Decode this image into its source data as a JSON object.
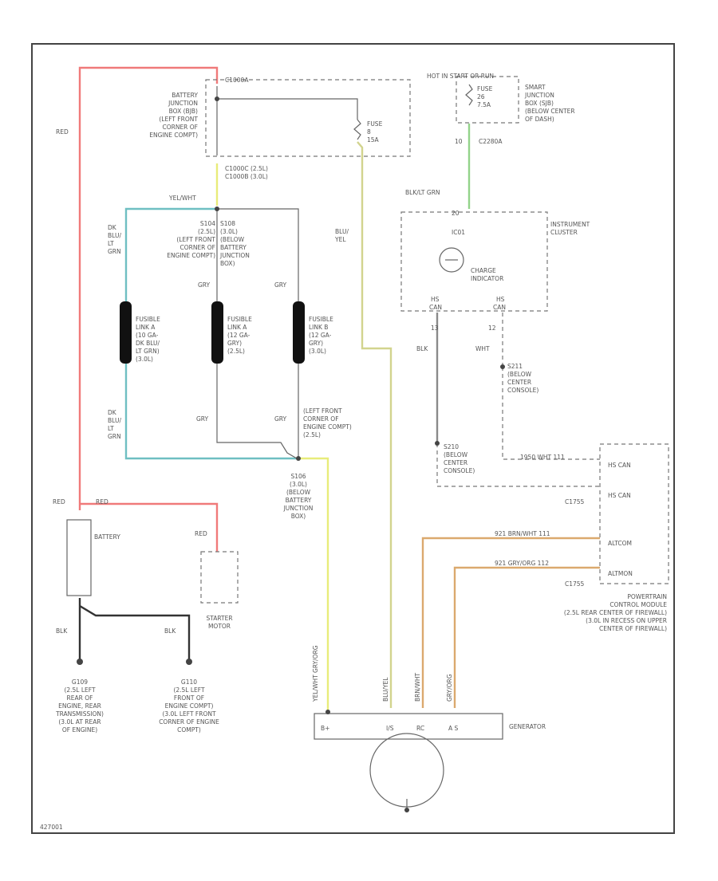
{
  "colors": {
    "red": "#f07a7a",
    "yellow": "#e8ec7a",
    "blu_yel": "#d2d48e",
    "teal": "#6fbfc2",
    "gray": "#8a8a8a",
    "green": "#93d38a",
    "orange": "#dba96e",
    "black": "#333333"
  },
  "labels": {
    "c_top": "C1000A",
    "batt_jbox": [
      "BATTERY",
      "JUNCTION",
      "BOX (BJB)",
      "(LEFT FRONT",
      "CORNER OF",
      "ENGINE COMPT)"
    ],
    "fuse_bjb": [
      "FUSE",
      "8",
      "15A"
    ],
    "c_conn": [
      "C1000C (2.5L)",
      "C1000B (3.0L)"
    ],
    "yel_wht": "YEL/WHT",
    "red_left": "RED",
    "dk_blu_top": [
      "DK",
      "BLU/",
      "LT",
      "GRN"
    ],
    "s104": [
      "S104",
      "(2.5L)",
      "(LEFT FRONT",
      "CORNER OF",
      "ENGINE COMPT)"
    ],
    "s108": [
      "S108",
      "(3.0L)",
      "(BELOW",
      "BATTERY",
      "JUNCTION",
      "BOX)"
    ],
    "gry_a": "GRY",
    "gry_b": "GRY",
    "fl_a1": [
      "FUSIBLE",
      "LINK A",
      "(10 GA-",
      "DK BLU/",
      "LT GRN)",
      "(3.0L)"
    ],
    "fl_a2": [
      "FUSIBLE",
      "LINK A",
      "(12 GA-",
      "GRY)",
      "(2.5L)"
    ],
    "fl_b": [
      "FUSIBLE",
      "LINK B",
      "(12 GA-",
      "GRY)",
      "(3.0L)"
    ],
    "dk_blu_bot": [
      "DK",
      "BLU/",
      "LT",
      "GRN"
    ],
    "gry_c": "GRY",
    "gry_d": "GRY",
    "left_front": [
      "(LEFT FRONT",
      "CORNER OF",
      "ENGINE COMPT)",
      "(2.5L)"
    ],
    "s106": [
      "S106",
      "(3.0L)",
      "(BELOW",
      "BATTERY",
      "JUNCTION",
      "BOX)"
    ],
    "blu_yel": [
      "BLU/",
      "YEL"
    ],
    "hot_start": "HOT IN START OR RUN",
    "fuse_sjb": [
      "FUSE",
      "26",
      "7.5A"
    ],
    "sjb": [
      "SMART",
      "JUNCTION",
      "BOX (SJB)",
      "(BELOW CENTER",
      "OF DASH)"
    ],
    "c_sjb": [
      "10",
      "C2280A"
    ],
    "blk_gry": "BLK/LT GRN",
    "ic_pin": "20",
    "ic_name": [
      "INSTRUMENT",
      "CLUSTER"
    ],
    "ic_conn": "IC01",
    "charge_ind": [
      "CHARGE",
      "INDICATOR"
    ],
    "hs_can_l": [
      "HS",
      "CAN"
    ],
    "hs_can_r": [
      "HS",
      "CAN"
    ],
    "pin12a": "13",
    "pin12b": "12",
    "blk": "BLK",
    "wht": "WHT",
    "s211": [
      "S211",
      "(BELOW",
      "CENTER",
      "CONSOLE)"
    ],
    "s210": [
      "S210",
      "(BELOW",
      "CENTER",
      "CONSOLE)"
    ],
    "hs_can_wht": "1950  WHT  111",
    "pcm_pin_a": "HS CAN",
    "pcm_pin_b": "HS CAN",
    "c1755a": "C1755",
    "alt_com": "ALTCOM",
    "alt_mon": "ALTMON",
    "c1755b": "C1755",
    "wire_brn": "921  BRN/WHT  111",
    "wire_gry": "921  GRY/ORG  112",
    "pcm": [
      "POWERTRAIN",
      "CONTROL MODULE",
      "(2.5L REAR CENTER OF FIREWALL)",
      "(3.0L IN RECESS ON UPPER",
      "CENTER OF FIREWALL)"
    ],
    "red_b1": "RED",
    "red_b2": "RED",
    "red_starter": "RED",
    "battery": "BATTERY",
    "starter": [
      "STARTER",
      "MOTOR"
    ],
    "blk_a": "BLK",
    "blk_b": "BLK",
    "g109": [
      "G109",
      "(2.5L LEFT",
      "REAR OF",
      "ENGINE, REAR",
      "TRANSMISSION)",
      "(3.0L AT REAR",
      "OF ENGINE)"
    ],
    "g110": [
      "G110",
      "(2.5L LEFT",
      "FRONT OF",
      "ENGINE COMPT)",
      "(3.0L LEFT FRONT",
      "CORNER OF ENGINE",
      "COMPT)"
    ],
    "yel_vert": "YEL/WHT   GRY/ORG",
    "blu_vert": "BLU/YEL",
    "brn_vert": "BRN/WHT",
    "gry_vert": "GRY/ORG",
    "gen_pins": [
      "B+",
      "I/S",
      "RC",
      "A S"
    ],
    "generator": "GENERATOR",
    "code": "427001"
  }
}
